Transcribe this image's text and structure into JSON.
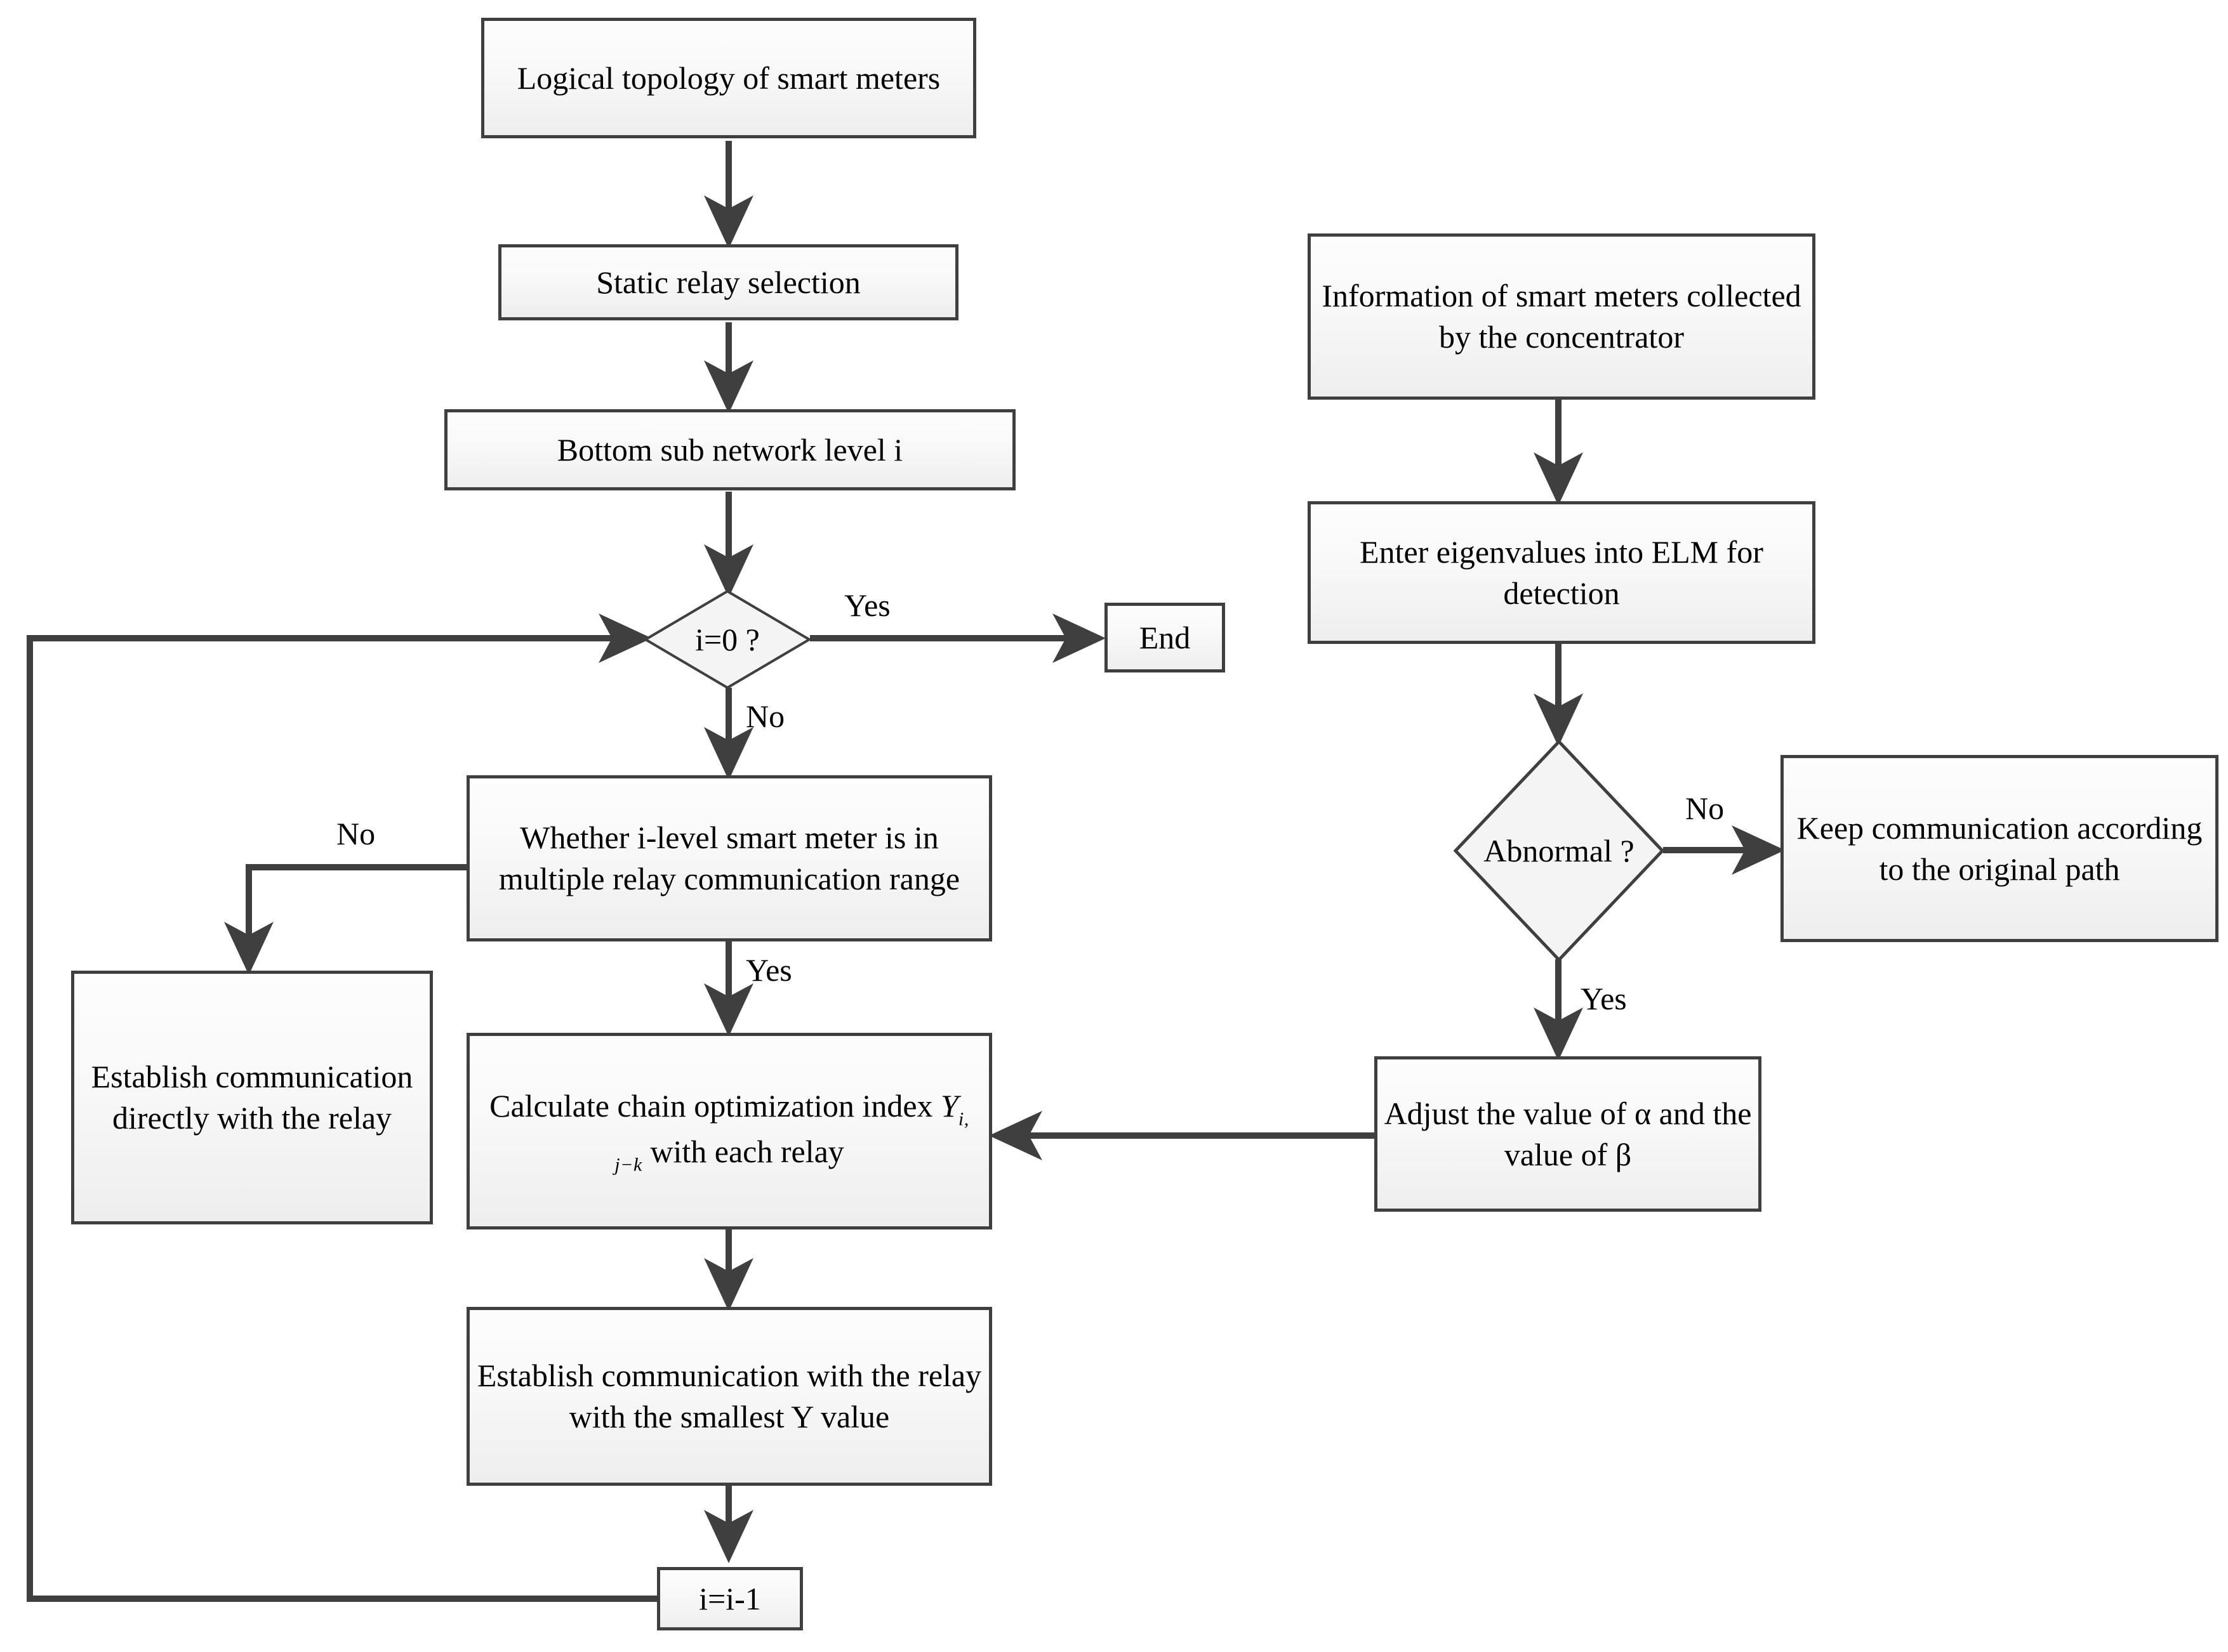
{
  "diagram": {
    "type": "flowchart",
    "title": "Smart meter relay selection and ELM anomaly detection flowchart",
    "colors": {
      "stroke": "#3f3f3f",
      "fill_top": "#fdfdfd",
      "fill_bottom": "#eeeeee",
      "text": "#000000",
      "background": "#ffffff"
    }
  },
  "left_branch": {
    "start": "Logical topology of smart meters",
    "static_relay": "Static relay selection",
    "bottom_level": "Bottom sub network level  i",
    "decision_izero": "i=0 ?",
    "end": "End",
    "whether_multi_relay": "Whether i-level smart meter is in multiple relay communication range",
    "establish_direct": "Establish communication directly with the relay",
    "calculate_index_pre": "Calculate  chain optimization index ",
    "calculate_index_symbol": "Y",
    "calculate_index_subscript": "i, j−k",
    "calculate_index_post": " with each relay",
    "establish_smallest": "Establish communication with the relay with the smallest Y value",
    "decrement": "i=i-1"
  },
  "right_branch": {
    "collected": "Information of smart meters collected by the concentrator",
    "elm_detection": "Enter eigenvalues into ELM for detection",
    "decision_abnormal": "Abnormal ?",
    "keep_communication": "Keep communication according to the original path",
    "adjust_values": "Adjust the value of α and the value of β"
  },
  "edge_labels": {
    "izero_yes": "Yes",
    "izero_no": "No",
    "whether_no": "No",
    "whether_yes": "Yes",
    "abnormal_no": "No",
    "abnormal_yes": "Yes"
  }
}
